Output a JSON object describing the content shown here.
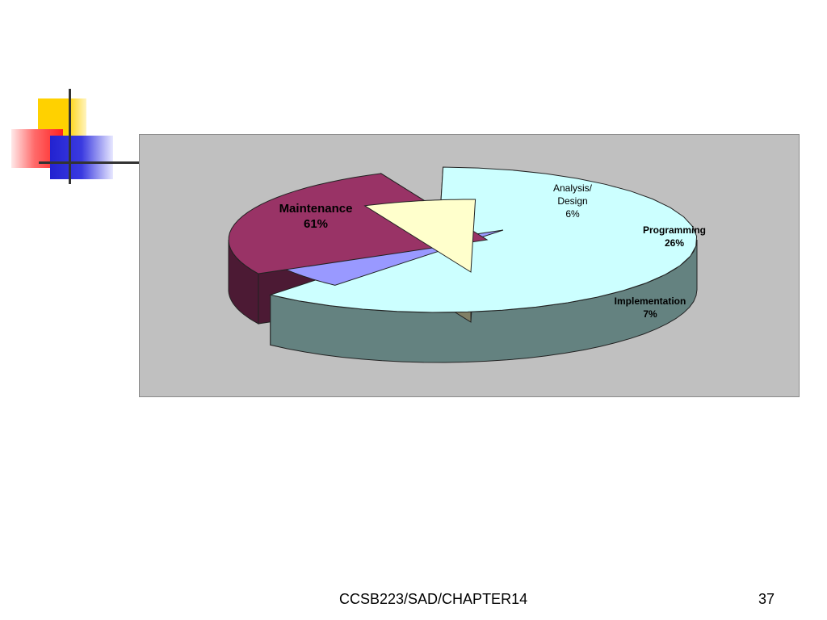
{
  "footer": {
    "course_code": "CCSB223/SAD/CHAPTER14",
    "page_number": "37"
  },
  "decoration": {
    "colors": {
      "yellow": "#ffd100",
      "red": "#ff2a2a",
      "blue": "#2b2bd6",
      "line": "#333333"
    }
  },
  "chart_data": {
    "type": "pie",
    "style": "3d-exploded",
    "background": "#c0c0c0",
    "slices": [
      {
        "name": "Maintenance",
        "label_lines": [
          "Maintenance",
          "61%"
        ],
        "value": 61,
        "top_color": "#ccffff",
        "side_color": "#648280"
      },
      {
        "name": "Analysis/ Design",
        "label_lines": [
          "Analysis/",
          "Design",
          "6%"
        ],
        "value": 6,
        "top_color": "#9999ff",
        "side_color": "#4b4b7c"
      },
      {
        "name": "Programming",
        "label_lines": [
          "Programming",
          "26%"
        ],
        "value": 26,
        "top_color": "#993366",
        "side_color": "#4c1a34"
      },
      {
        "name": "Implementation",
        "label_lines": [
          "Implementation",
          "7%"
        ],
        "value": 7,
        "top_color": "#ffffcc",
        "side_color": "#808066"
      }
    ]
  }
}
